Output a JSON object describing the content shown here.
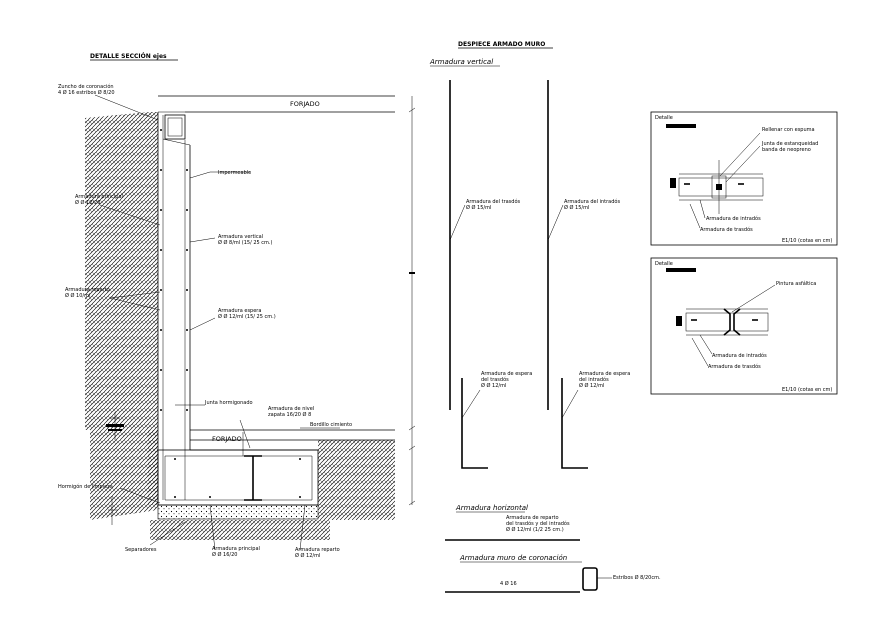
{
  "titles": {
    "detail": "DETALLE SECCIÓN ejes",
    "main": "DESPIECE ARMADO MURO"
  },
  "section_labels": {
    "forjado_top": "FORJADO",
    "forjado_bottom": "FORJADO",
    "zuncho": "Zuncho de coronación\n4 Ø 16 estribos Ø 8/20",
    "impermeable": "Impermeable",
    "armadura_principal_v": "Armadura principal\nØ Ø 12/20",
    "armadura_vertical": "Armadura vertical\nØ Ø 8/ml (15/ 25 cm.)",
    "armadura_reparto": "Armadura reparto\nØ Ø 10/ml",
    "armadura_espera": "Armadura espera\nØ Ø 12/ml (15/ 25 cm.)",
    "junta_hormigonado": "Junta hormigonado",
    "armadura_nivel": "Armadura de nivel\nzapata 16/20 Ø 8",
    "bordillo": "Bordillo cimiento",
    "hormigon_limpieza": "Hormigón de limpieza",
    "separadores": "Separadores",
    "armadura_principal_h": "Armadura principal\nØ Ø 16/20",
    "armadura_reparto_h": "Armadura reparto\nØ Ø 12/ml"
  },
  "despiece": {
    "vertical_title": "Armadura vertical",
    "trasdos": "Armadura del trasdós\nØ Ø 15/ml",
    "intrados": "Armadura del intradós\nØ Ø 15/ml",
    "espera_trasdos": "Armadura de espera\ndel trasdós\nØ Ø 12/ml",
    "espera_intrados": "Armadura de espera\ndel intradós\nØ Ø 12/ml",
    "horizontal_title": "Armadura horizontal",
    "horizontal_note": "Armadura de reparto\ndel trasdós y del intradós\nØ Ø 12/ml (1/2 25 cm.)",
    "coronacion_title": "Armadura muro de coronación",
    "coronacion_bar": "4 Ø 16",
    "estribos": "Estribos Ø 8/20cm."
  },
  "detail1": {
    "title": "Detalle",
    "relleno": "Rellenar con espuma",
    "junta": "Junta de estanqueidad\nbanda de neopreno",
    "arm_intrados": "Armadura de intradós",
    "arm_trasdos": "Armadura de trasdós",
    "scale": "E1/10 (cotas en cm)"
  },
  "detail2": {
    "title": "Detalle",
    "pintura": "Pintura asfáltica",
    "arm_intrados": "Armadura de intradós",
    "arm_trasdos": "Armadura de trasdós",
    "scale": "E1/10 (cotas en cm)"
  }
}
